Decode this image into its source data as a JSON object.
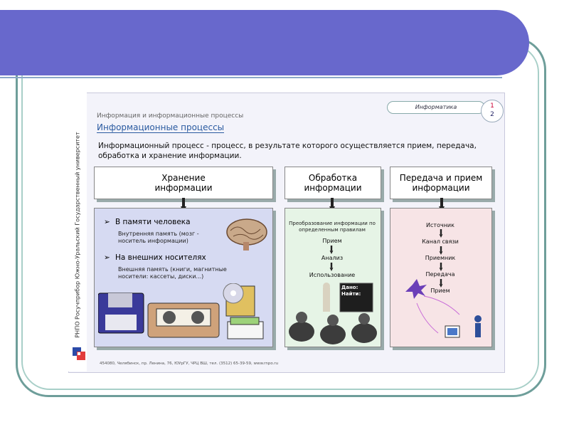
{
  "slide": {
    "side_caption": "РНПО Росучприбор   Южно-Уральский Государственный университет",
    "tab_label": "Информатика",
    "page_top": "1",
    "page_bottom": "2",
    "section_title": "Информация и информационные процессы",
    "main_title": "Информационные процессы",
    "definition": "Информационный процесс - процесс, в результате которого осуществляется прием, передача, обработка и хранение информации.",
    "footer": "454080, Челябинск, пр. Ленина, 76, ЮУрГУ, ЧРЦ ВШ, тел. (3512) 65-39-59, www.rnpo.ru"
  },
  "columns": [
    {
      "header": "Хранение информации",
      "items": [
        {
          "label": "В памяти человека",
          "sub": "Внутренняя память (мозг - носитель информации)"
        },
        {
          "label": "На внешних носителях",
          "sub": "Внешняя память (книги, магнитные носители: кассеты, диски...)"
        }
      ]
    },
    {
      "header": "Обработка информации",
      "intro": "Преобразование информации по определенным правилам",
      "steps": [
        "Прием",
        "Анализ",
        "Использование"
      ],
      "board": "Дано: Найти:"
    },
    {
      "header": "Передача и прием информации",
      "steps": [
        "Источник",
        "Канал связи",
        "Приемник",
        "Передача",
        "Прием"
      ]
    }
  ],
  "colors": {
    "banner": "#6868cc",
    "frame": "#6e9e9a",
    "storage_panel": "#d6daf2",
    "processing_panel": "#e6f4e6",
    "transfer_panel": "#f7e4e6"
  }
}
